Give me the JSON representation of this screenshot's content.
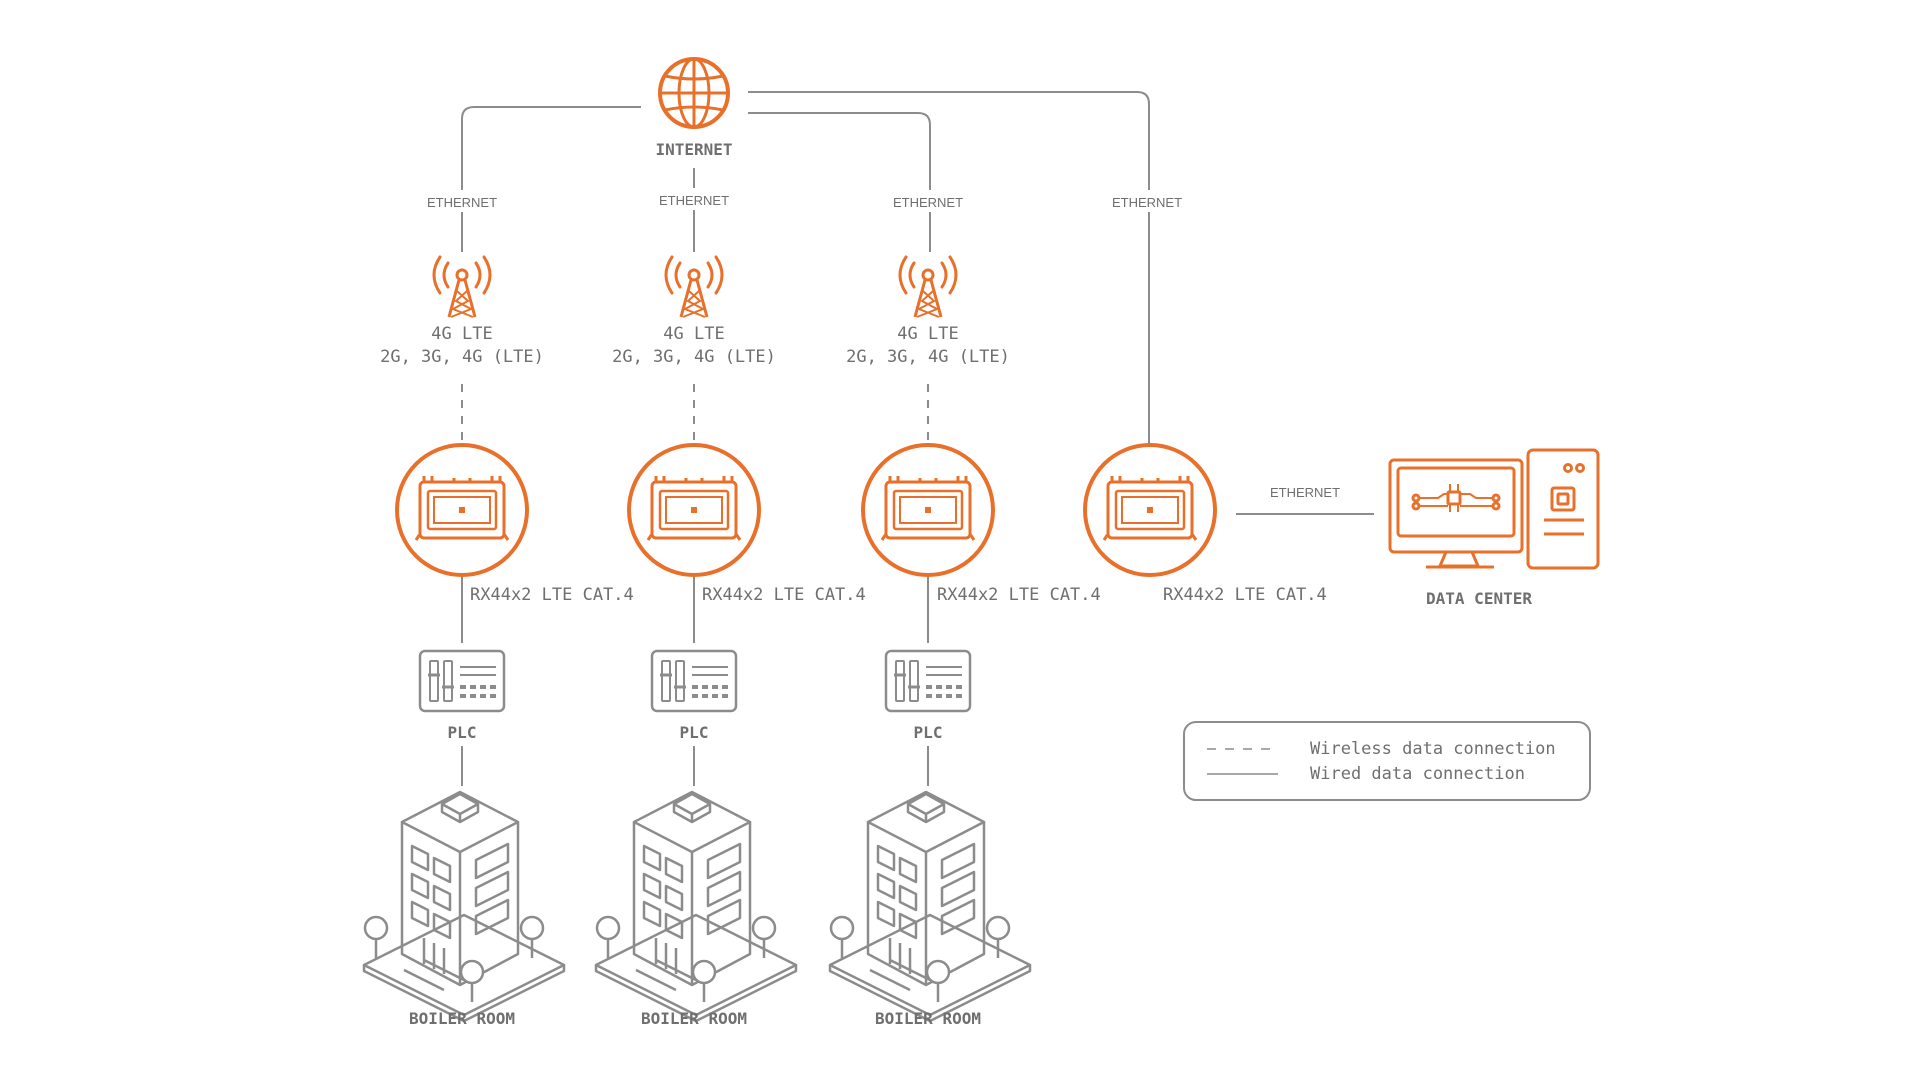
{
  "colors": {
    "accent": "#E8702A",
    "line": "#8c8c8c",
    "text": "#6f6f6f",
    "background": "#ffffff"
  },
  "internet": {
    "label": "INTERNET",
    "icon": "globe-icon"
  },
  "connection_label": "ETHERNET",
  "sites": [
    {
      "network_line1": "4G LTE",
      "network_line2": "2G, 3G, 4G (LTE)",
      "router_label": "RX44x2 LTE CAT.4",
      "plc_label": "PLC",
      "building_label": "BOILER ROOM"
    },
    {
      "network_line1": "4G LTE",
      "network_line2": "2G, 3G, 4G (LTE)",
      "router_label": "RX44x2 LTE CAT.4",
      "plc_label": "PLC",
      "building_label": "BOILER ROOM"
    },
    {
      "network_line1": "4G LTE",
      "network_line2": "2G, 3G, 4G (LTE)",
      "router_label": "RX44x2 LTE CAT.4",
      "plc_label": "PLC",
      "building_label": "BOILER ROOM"
    }
  ],
  "hq_router": {
    "label": "RX44x2 LTE CAT.4"
  },
  "data_center": {
    "label": "DATA CENTER",
    "link_label": "ETHERNET",
    "icon": "data-center-icon"
  },
  "legend": {
    "wireless": "Wireless data connection",
    "wired": "Wired data connection"
  },
  "icons": {
    "tower": "cell-tower-icon",
    "router": "router-icon",
    "plc": "plc-icon",
    "building": "building-icon"
  }
}
